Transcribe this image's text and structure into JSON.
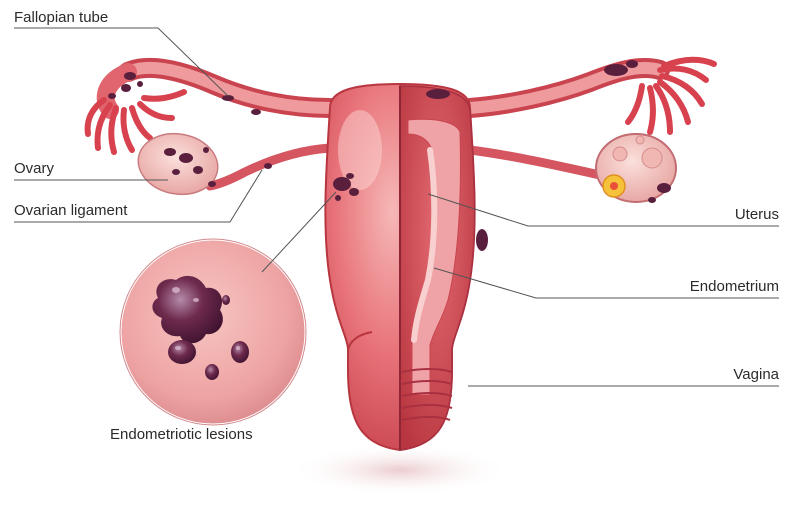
{
  "labels": {
    "fallopian_tube": "Fallopian tube",
    "ovary": "Ovary",
    "ovarian_ligament": "Ovarian ligament",
    "uterus": "Uterus",
    "endometrium": "Endometrium",
    "vagina": "Vagina",
    "endometriotic_lesions": "Endometriotic lesions"
  },
  "colors": {
    "tissue_base": "#e8737a",
    "tissue_light": "#f4b0ae",
    "tissue_dark": "#c9444f",
    "tissue_deep": "#a83040",
    "fimbriae": "#d8424e",
    "lesion": "#5a1f3d",
    "lesion_highlight": "#b088a8",
    "ovary_fill": "#f3c9c4",
    "leader_line": "#555555",
    "label_text": "#2b2b2b",
    "follicle": "#f6c23a"
  }
}
